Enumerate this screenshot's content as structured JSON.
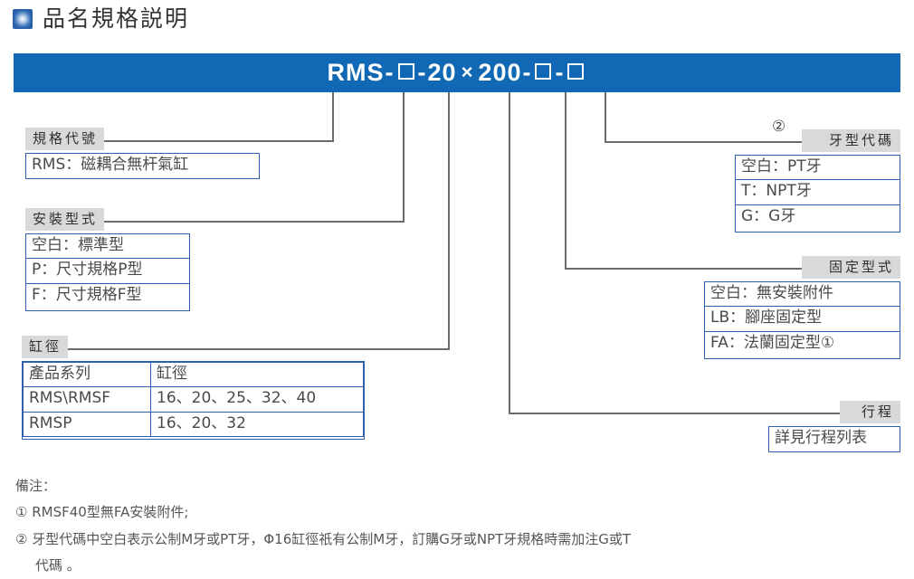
{
  "page": {
    "title": "品名規格説明",
    "title_icon": "blue-square-bullet-icon"
  },
  "colors": {
    "banner": "#1169b5",
    "box_border": "#2f5fb0",
    "label_band": "#d9d9d9",
    "leader_line": "#6b6b70",
    "text": "#4a4a4a"
  },
  "banner": {
    "code_parts": [
      "RMS",
      "-",
      "□",
      "-",
      "20",
      "×",
      "200",
      "-",
      "□",
      "-",
      "□"
    ],
    "code_plain": "RMS-□-20×200-□-□"
  },
  "left_sections": [
    {
      "label": "規格代號",
      "rows": [
        "RMS：磁耦合無杆氣缸"
      ]
    },
    {
      "label": "安裝型式",
      "rows": [
        "空白：標準型",
        "P：尺寸規格P型",
        "F：尺寸規格F型"
      ]
    }
  ],
  "bore_section": {
    "label": "缸徑",
    "headers": [
      "產品系列",
      "缸徑"
    ],
    "rows": [
      [
        "RMS\\RMSF",
        "16、20、25、32、40"
      ],
      [
        "RMSP",
        "16、20、32"
      ]
    ]
  },
  "right_sections": [
    {
      "label": "牙型代碼",
      "note_mark": "②",
      "rows": [
        "空白：PT牙",
        "T：NPT牙",
        "G：G牙"
      ]
    },
    {
      "label": "固定型式",
      "rows": [
        "空白：無安裝附件",
        "LB：腳座固定型",
        "FA：法蘭固定型①"
      ]
    },
    {
      "label": "行程",
      "rows": [
        "詳見行程列表"
      ]
    }
  ],
  "notes": {
    "heading": "備注：",
    "items": [
      "① RMSF40型無FA安裝附件;",
      "② 牙型代碼中空白表示公制M牙或PT牙，Φ16缸徑祇有公制M牙，訂購G牙或NPT牙規格時需加注G或T",
      "代碼 。"
    ]
  }
}
